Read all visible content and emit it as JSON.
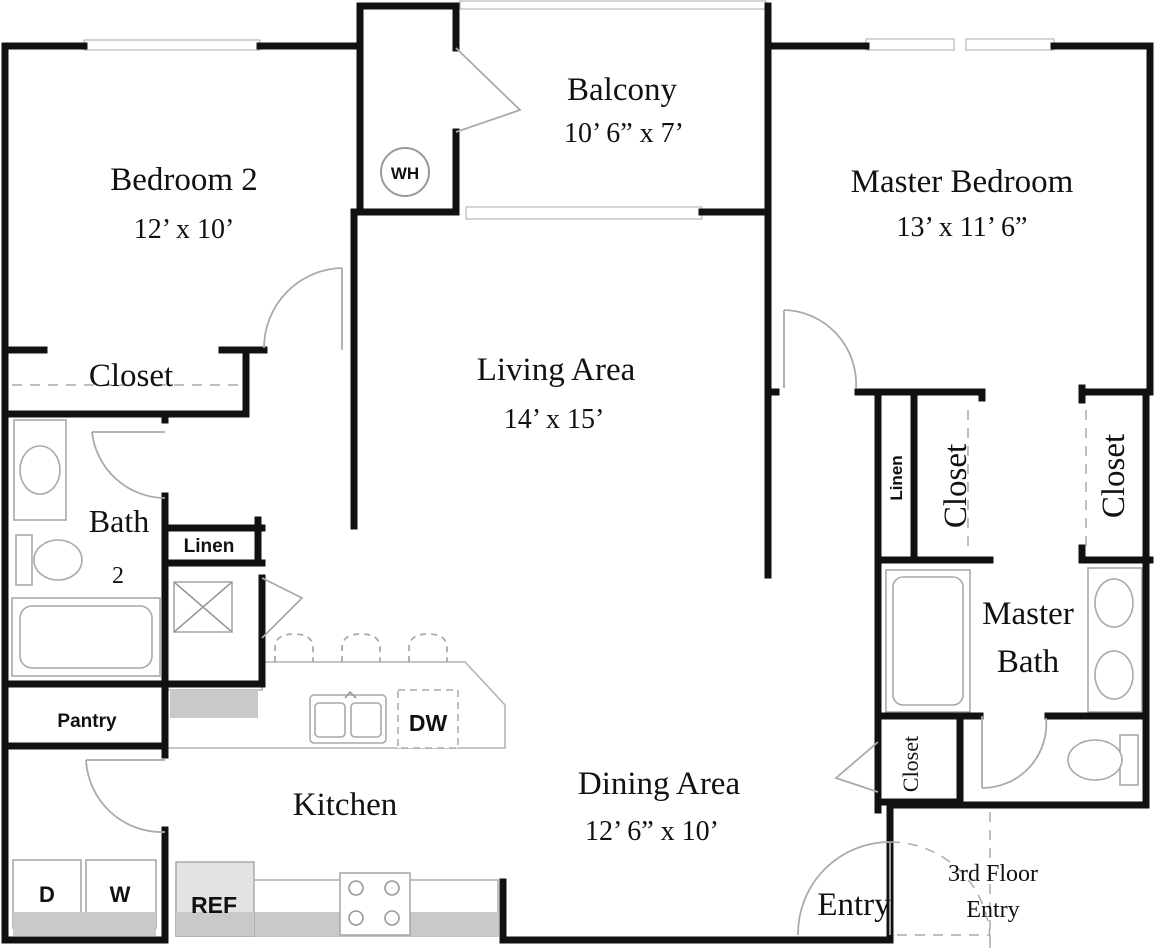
{
  "rooms": {
    "bedroom2": {
      "name": "Bedroom 2",
      "size": "12’ x 10’"
    },
    "balcony": {
      "name": "Balcony",
      "size": "10’ 6” x 7’"
    },
    "master_bedroom": {
      "name": "Master Bedroom",
      "size": "13’ x 11’ 6”"
    },
    "living": {
      "name": "Living Area",
      "size": "14’ x 15’"
    },
    "dining": {
      "name": "Dining Area",
      "size": "12’ 6” x 10’"
    },
    "kitchen": {
      "name": "Kitchen"
    },
    "bath2": {
      "name_line1": "Bath",
      "name_line2": "2"
    },
    "master_bath": {
      "name_line1": "Master",
      "name_line2": "Bath"
    },
    "entry": {
      "name": "Entry"
    },
    "third_floor_entry": {
      "line1": "3rd Floor",
      "line2": "Entry"
    }
  },
  "labels": {
    "closet_bedroom2": "Closet",
    "closet_master_left": "Closet",
    "closet_master_right": "Closet",
    "closet_entry": "Closet",
    "linen_bath2": "Linen",
    "linen_master": "Linen",
    "pantry": "Pantry",
    "water_heater": "WH",
    "dishwasher": "DW",
    "refrigerator": "REF",
    "dryer": "D",
    "washer": "W"
  }
}
